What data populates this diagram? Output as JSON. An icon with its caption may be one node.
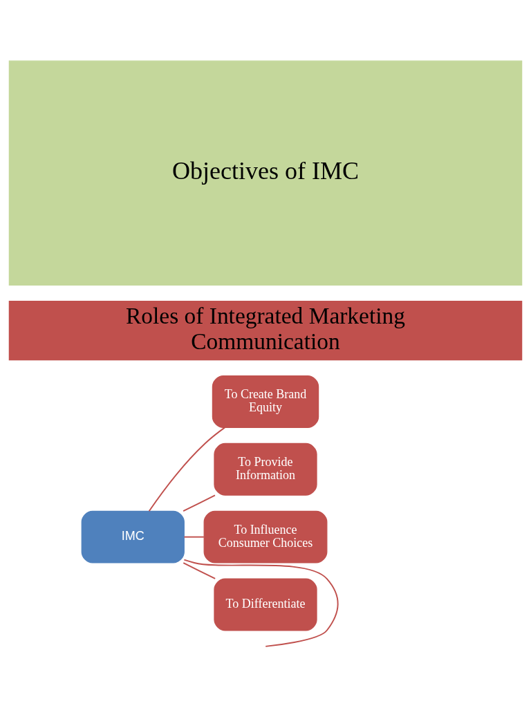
{
  "diagram": {
    "nodes": [
      {
        "text": [
          "Objectives of IMC"
        ]
      },
      {
        "text": [
          "Roles of Integrated Marketing Communication"
        ]
      },
      {
        "text": [
          "IMC"
        ]
      },
      {
        "text": [
          "To Create Brand Equity"
        ]
      },
      {
        "text": [
          "To Provide Information"
        ]
      },
      {
        "text": [
          "To Influence Consumer Choices"
        ]
      },
      {
        "text": [
          "To Differentiate"
        ]
      }
    ],
    "edges": [
      {
        "from": 2,
        "to": 3,
        "arrow": "none"
      },
      {
        "from": 2,
        "to": 4,
        "arrow": "none"
      },
      {
        "from": 2,
        "to": 5,
        "arrow": "none"
      },
      {
        "from": 2,
        "to": 6,
        "arrow": "none"
      },
      {
        "from": 2,
        "to": null,
        "arrow": "none"
      }
    ]
  }
}
